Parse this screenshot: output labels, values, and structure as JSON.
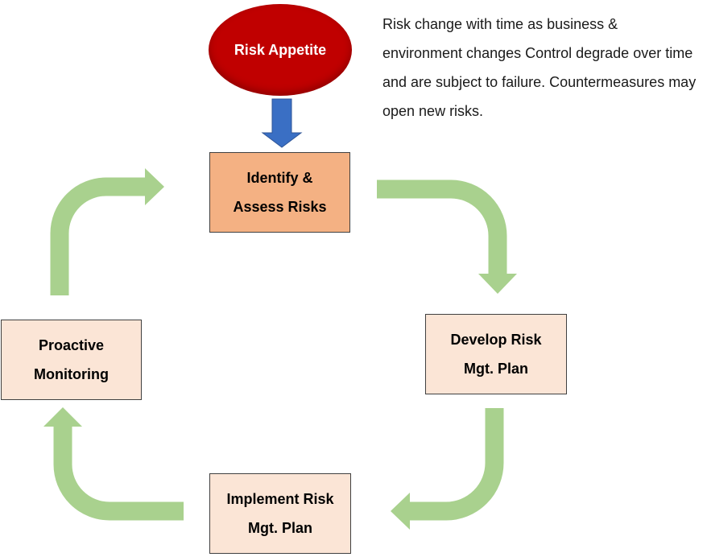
{
  "risk_appetite": {
    "label": "Risk Appetite"
  },
  "note": {
    "text": "Risk change with time as business & environment changes Control degrade over time and are subject to failure. Countermeasures may open new risks."
  },
  "boxes": {
    "identify": {
      "line1": "Identify &",
      "line2": "Assess Risks"
    },
    "develop": {
      "line1": "Develop Risk",
      "line2": "Mgt. Plan"
    },
    "implement": {
      "line1": "Implement Risk",
      "line2": "Mgt. Plan"
    },
    "monitoring": {
      "line1": "Proactive",
      "line2": "Monitoring"
    }
  },
  "colors": {
    "appetite": "#c00000",
    "identify_box": "#f4b183",
    "step_box": "#fbe5d6",
    "cycle_arrow": "#a9d18e",
    "down_arrow": "#3a6fc4"
  }
}
